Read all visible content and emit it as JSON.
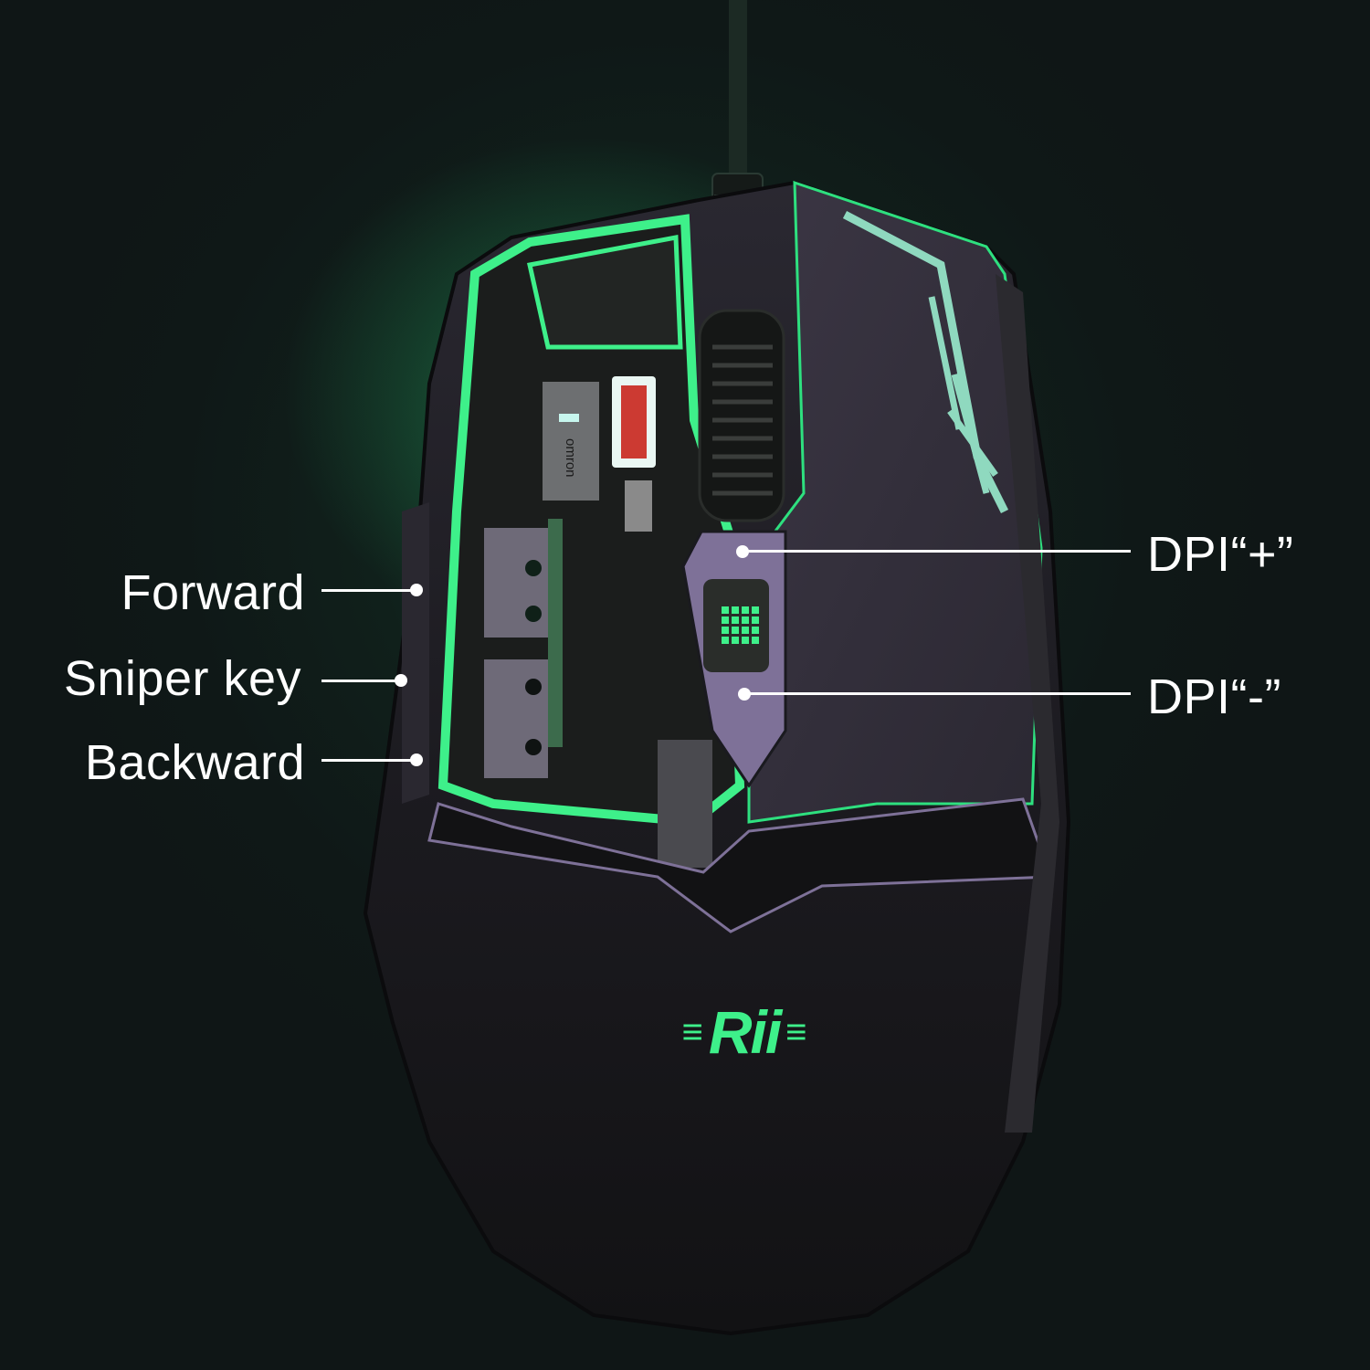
{
  "product": {
    "brand_logo_text": "Rii",
    "switch_brand_text": "omron"
  },
  "callouts": {
    "left": [
      {
        "label": "Forward"
      },
      {
        "label": "Sniper key"
      },
      {
        "label": "Backward"
      }
    ],
    "right": [
      {
        "label": "DPI“+”"
      },
      {
        "label": "DPI“-”"
      }
    ]
  },
  "colors": {
    "background": "#10201b",
    "accent_green": "#3ef08a",
    "shell": "#1b1a1f",
    "shell_highlight": "#8b7fa6",
    "label_text": "#ffffff"
  }
}
